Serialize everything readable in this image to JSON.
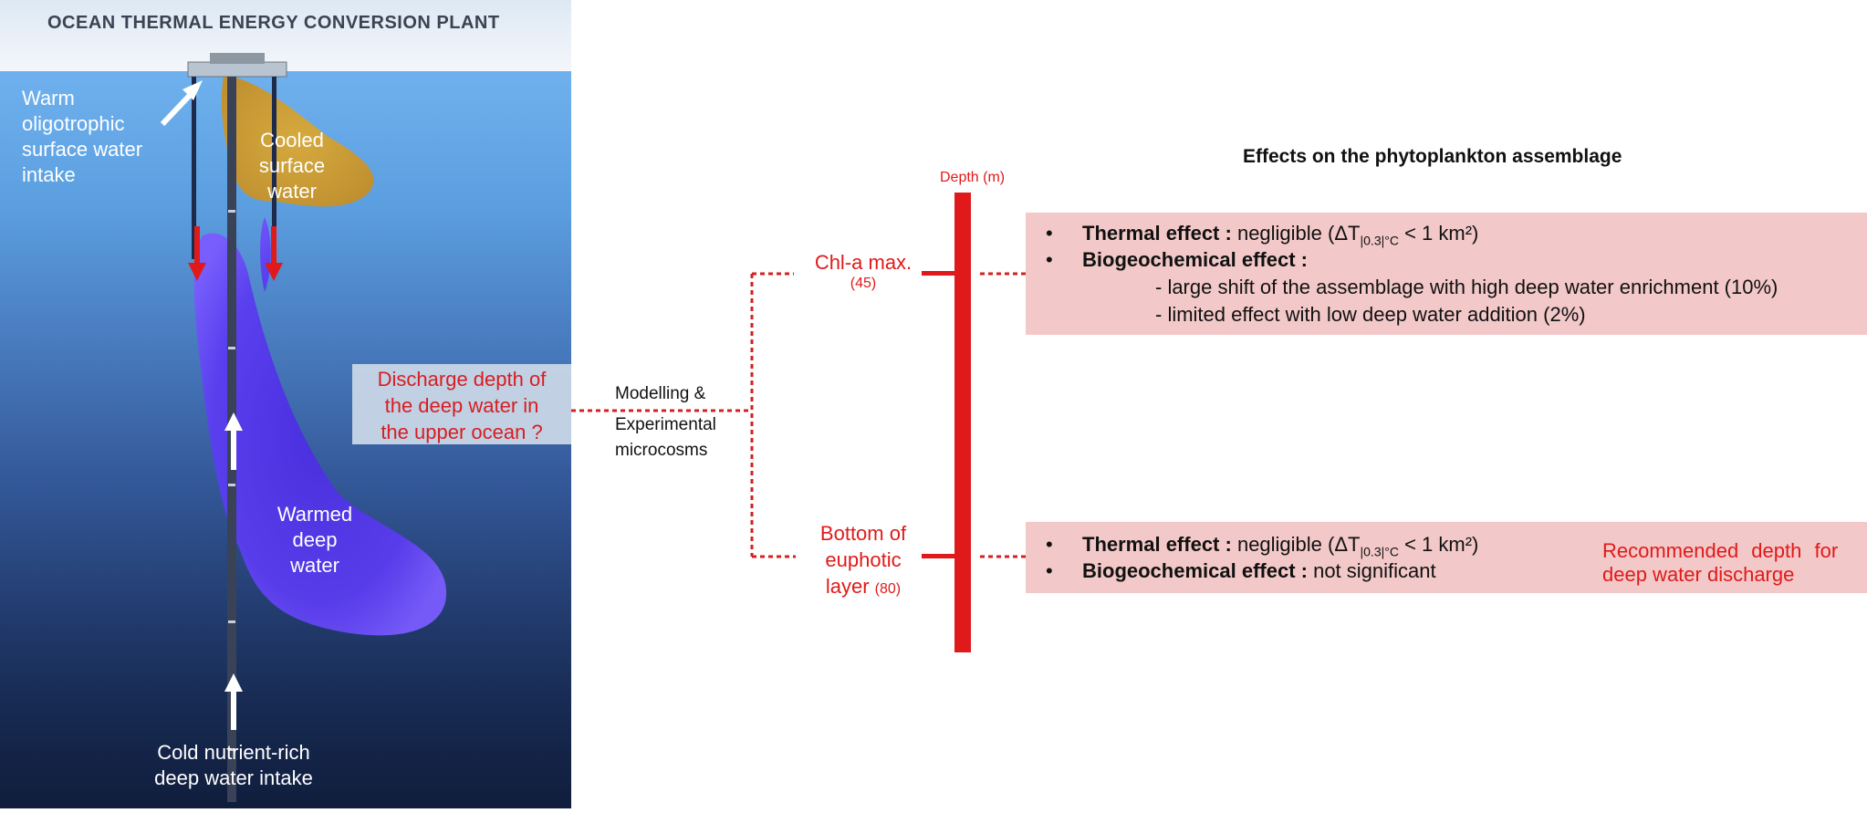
{
  "plant": {
    "title": "OCEAN THERMAL ENERGY CONVERSION PLANT",
    "warm_intake": [
      "Warm",
      "oligotrophic",
      "surface water",
      "intake"
    ],
    "cooled": [
      "Cooled",
      "surface",
      "water"
    ],
    "warmed_deep": [
      "Warmed",
      "deep",
      "water"
    ],
    "cold_intake": [
      "Cold nutrient-rich",
      "deep water intake"
    ],
    "question": [
      "Discharge depth of",
      "the deep water in",
      "the upper ocean ?"
    ]
  },
  "method": [
    "Modelling &",
    "Experimental",
    "microcosms"
  ],
  "depth_axis": {
    "label": "Depth (m)",
    "levels": [
      {
        "name": "Chl-a max.",
        "depth": "(45)"
      },
      {
        "name_lines": [
          "Bottom of",
          "euphotic",
          "layer"
        ],
        "depth": "(80)"
      }
    ]
  },
  "effects": {
    "heading": "Effects on the phytoplankton assemblage",
    "box1": {
      "thermal_label": "Thermal effect :",
      "thermal_text_pre": "negligible (ΔT",
      "thermal_sub": "|0.3|°C",
      "thermal_text_post": " < 1 km²)",
      "bio_label": "Biogeochemical effect :",
      "sub1": "- large shift of the assemblage with high deep water enrichment (10%)",
      "sub2": "- limited effect with low deep water addition (2%)"
    },
    "box2": {
      "thermal_label": "Thermal effect :",
      "thermal_text_pre": "negligible (ΔT",
      "thermal_sub": "|0.3|°C",
      "thermal_text_post": " < 1 km²)",
      "bio_label": "Biogeochemical effect :",
      "bio_text": "not significant",
      "recommend": [
        "Recommended depth for",
        "deep water discharge"
      ]
    }
  },
  "colors": {
    "accent_red": "#e01a1a",
    "box_pink": "#f3c8c8",
    "plume_blue": "#5a3cf0",
    "cooled_orange": "#d9a12a"
  }
}
